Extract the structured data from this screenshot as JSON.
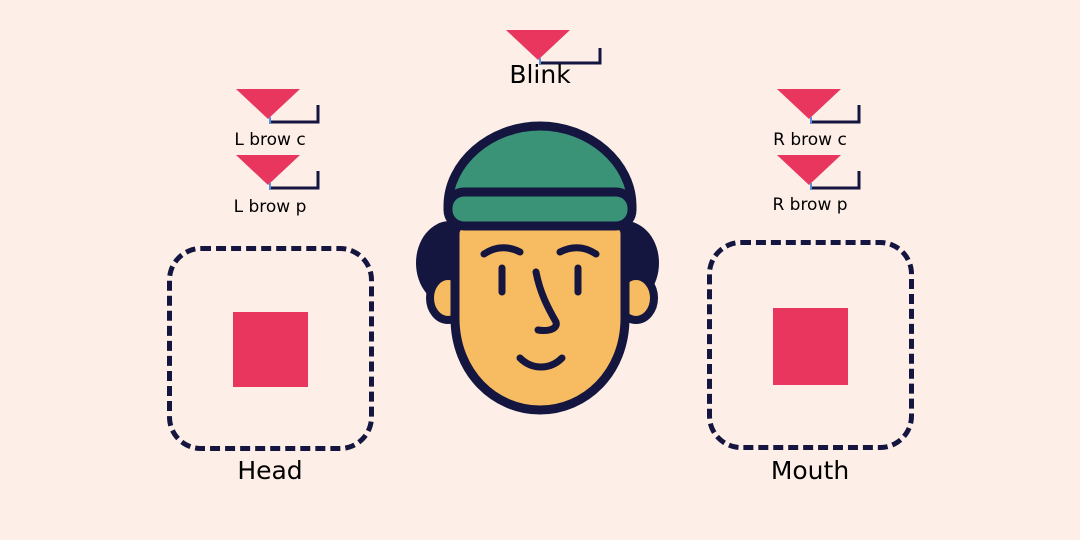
{
  "colors": {
    "background": "#fdeee8",
    "accent": "#e8365f",
    "outline": "#14163f",
    "hat": "#3a9377",
    "skin": "#f7bb61"
  },
  "labels": {
    "blink": "Blink",
    "l_brow_c": "L brow c",
    "l_brow_p": "L brow p",
    "r_brow_c": "R brow c",
    "r_brow_p": "R brow p",
    "head": "Head",
    "mouth": "Mouth"
  },
  "icons": {
    "marker": "triangle-marker-icon",
    "face": "face-icon"
  }
}
